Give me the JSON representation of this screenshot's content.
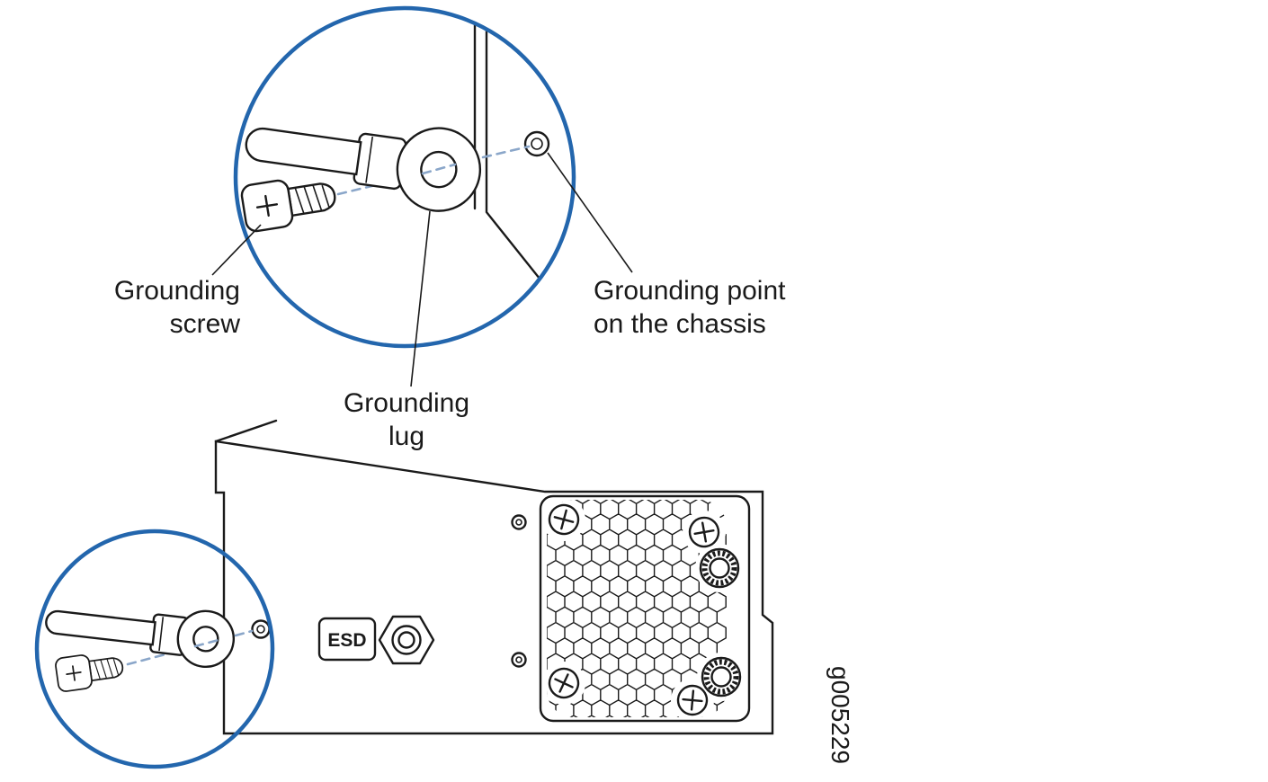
{
  "figure_id": "g005229",
  "colors": {
    "callout_circle": "#2366AD",
    "alignment_dash": "#8AA6C9",
    "ink": "#1A1A1A"
  },
  "labels": {
    "grounding_screw": {
      "line1": "Grounding",
      "line2": "screw"
    },
    "grounding_point": {
      "line1": "Grounding point",
      "line2": "on the chassis"
    },
    "grounding_lug": {
      "line1": "Grounding",
      "line2": "lug"
    }
  },
  "chassis": {
    "esd_port_label": "ESD"
  }
}
